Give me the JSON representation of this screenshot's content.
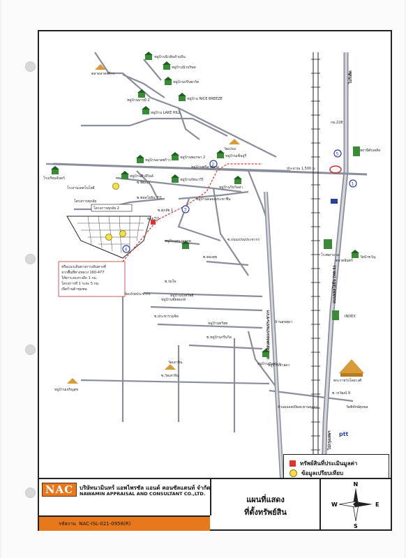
{
  "map": {
    "roads": {
      "main_n": "ถนนพหลโยธิน (ทล.1)",
      "main_e": "ถนนเลียบคลองเปรมประชากร",
      "phahon": "ทล.1",
      "to_rangsit": "ไปรังสิต",
      "to_bkk": "ไปกรุงเทพฯ",
      "s_main": "ประมาณ 1,500 ม.",
      "s_lane1": "ซ.พหลโยธิน 7/1",
      "s_lane2": "ซ.ถนนเปรมประชากร",
      "s_lane3": "ซ.ร่มใจ",
      "s_lane4": "ซ.ประชาร่วมจิต",
      "s_lane5": "ซ.หมู่บ้านกรีนวิล",
      "s_lane6": "ซ.วัดเสาหิน",
      "s_lane7": "ซ.ศุภลัย 1",
      "s_lane8": "ซ.ทองสุข",
      "s_lane9": "ซ.พัฒนา",
      "s_lane10": "ซ.วรวัฒน์ 9"
    },
    "places": [
      "หมู่บ้านนิวสันหัวนบิน",
      "ตลาดลาดพร้าว",
      "หมู่บ้านบารมี 2",
      "หมู่บ้านกรีนพาร์ค",
      "หมู่บ้านนิวบริษท",
      "หมู่บ้าน LAKE HILL",
      "หมู่บ้าน NICE BREEZE",
      "วัดเปรม",
      "หมู่บ้านลาดพร้าว",
      "หมู่บ้านพฤกษา 2",
      "หมู่บ้านเซ็นจูรี่",
      "หมู่บ้านพรีมาสยาม",
      "โรงเรียนจันทร์",
      "หมู่บ้านสีวลีวิลล์",
      "โรงงานเทคโนโลยี",
      "หมู่บ้านรัตนาวีร์",
      "หมู่บ้านวินวิลล่า",
      "หมู่บ้านคลองประชาชื่น",
      "โครงการศุภลัย",
      "ซอย7/1",
      "หมู่บ้านสนามบอล",
      "หมู่บ้านรุ่งทรัพย์",
      "วัดเสาหิน",
      "หมู่บ้านเจริญสุข",
      "หมู่บ้านนันทนา",
      "หมู่บ้านทวีสุข",
      "หมู่บ้านชัยพฤกษ์",
      "วัดเปรมประชากร",
      "โรงพยาบาล",
      "วัดบัวขวัญ",
      "INDEX",
      "บ้านสุขสุมา",
      "หมู่บ้านฟ้าลดา",
      "พระราชวังโดยวงศ์",
      "วัดพิทักษ์ศุภผล",
      "ตลาดอินทร์",
      "หัวแผนจดเปิดสะพานคลอง",
      "ptt",
      "กม.228",
      "สถานีดับเพลิง"
    ],
    "nac_plot": "โครงการศุภลัย 2",
    "note_lines": [
      "หรือแนวเส้นทางการเดินทางที่",
      "จากพื้นที่ทางหลวง 160-477",
      "ให้ยาระยะทางอีก 1 กม.",
      "โครงการที่ 1 ระยะ 5 กม.",
      "เปิดร้านค้าชุมชน"
    ],
    "markers": [
      "1",
      "2",
      "3",
      "4",
      "5"
    ]
  },
  "legend": {
    "subject_label": "ทรัพย์สินที่ประเมินมูลค่า",
    "compare_label": "ข้อมูลเปรียบเทียบ",
    "subject_color": "#e0322f",
    "compare_color": "#f4e04a"
  },
  "titleblock": {
    "logo": "NAC",
    "company_th": "บริษัทนวมินทร์ แอพไพรซัล แอนด์ คอนซัลแตนท์ จำกัด",
    "company_en": "NAWAMIN APPRAISAL AND CONSULTANT CO.,LTD.",
    "job_label": "รหัสงาน",
    "job_no": "NAC-ISL-021-0958(R)",
    "title_line1": "แผนที่แสดง",
    "title_line2": "ที่ตั้งทรัพย์สิน",
    "compass": {
      "n": "N",
      "s": "S",
      "e": "E",
      "w": "W"
    },
    "accent_color": "#e8781c"
  }
}
